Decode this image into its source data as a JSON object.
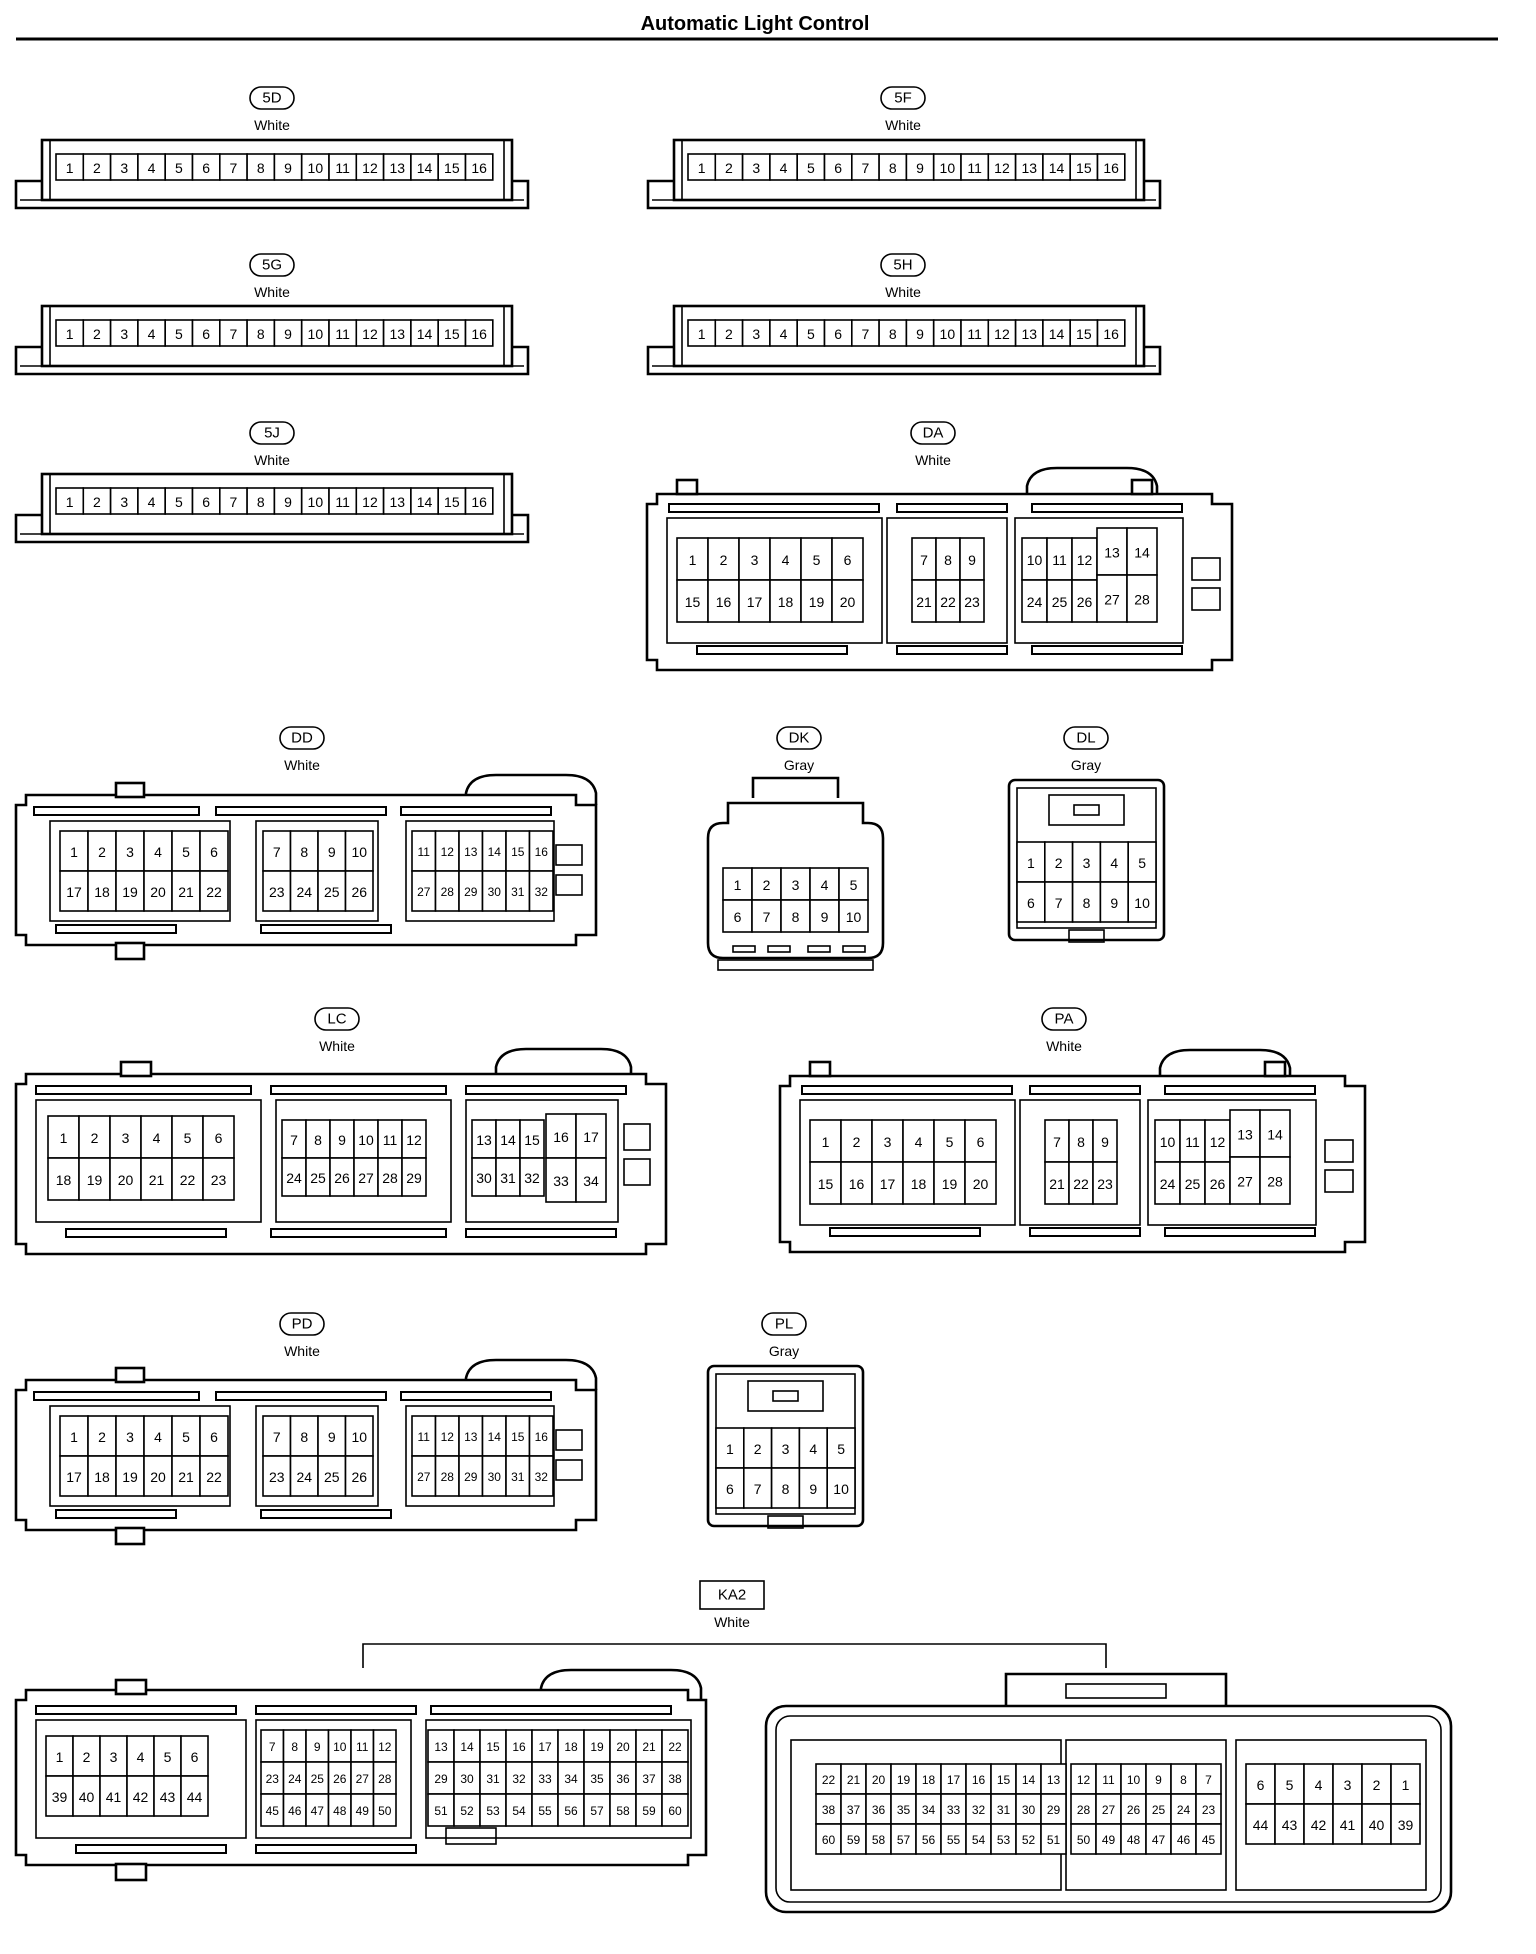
{
  "title": "Automatic Light Control",
  "connectors": [
    {
      "id": "5D",
      "color": "White",
      "rows": [
        [
          "1",
          "2",
          "3",
          "4",
          "5",
          "6",
          "7",
          "8",
          "9",
          "10",
          "11",
          "12",
          "13",
          "14",
          "15",
          "16"
        ]
      ]
    },
    {
      "id": "5F",
      "color": "White",
      "rows": [
        [
          "1",
          "2",
          "3",
          "4",
          "5",
          "6",
          "7",
          "8",
          "9",
          "10",
          "11",
          "12",
          "13",
          "14",
          "15",
          "16"
        ]
      ]
    },
    {
      "id": "5G",
      "color": "White",
      "rows": [
        [
          "1",
          "2",
          "3",
          "4",
          "5",
          "6",
          "7",
          "8",
          "9",
          "10",
          "11",
          "12",
          "13",
          "14",
          "15",
          "16"
        ]
      ]
    },
    {
      "id": "5H",
      "color": "White",
      "rows": [
        [
          "1",
          "2",
          "3",
          "4",
          "5",
          "6",
          "7",
          "8",
          "9",
          "10",
          "11",
          "12",
          "13",
          "14",
          "15",
          "16"
        ]
      ]
    },
    {
      "id": "5J",
      "color": "White",
      "rows": [
        [
          "1",
          "2",
          "3",
          "4",
          "5",
          "6",
          "7",
          "8",
          "9",
          "10",
          "11",
          "12",
          "13",
          "14",
          "15",
          "16"
        ]
      ]
    },
    {
      "id": "DA",
      "color": "White",
      "groups": [
        {
          "rows": [
            [
              "1",
              "2",
              "3",
              "4",
              "5",
              "6"
            ],
            [
              "15",
              "16",
              "17",
              "18",
              "19",
              "20"
            ]
          ]
        },
        {
          "rows": [
            [
              "7",
              "8",
              "9"
            ],
            [
              "21",
              "22",
              "23"
            ]
          ]
        },
        {
          "rows": [
            [
              "10",
              "11",
              "12"
            ],
            [
              "24",
              "25",
              "26"
            ]
          ]
        },
        {
          "rows": [
            [
              "13",
              "14"
            ],
            [
              "27",
              "28"
            ]
          ]
        }
      ]
    },
    {
      "id": "DD",
      "color": "White",
      "groups": [
        {
          "rows": [
            [
              "1",
              "2",
              "3",
              "4",
              "5",
              "6"
            ],
            [
              "17",
              "18",
              "19",
              "20",
              "21",
              "22"
            ]
          ]
        },
        {
          "rows": [
            [
              "7",
              "8",
              "9",
              "10"
            ],
            [
              "23",
              "24",
              "25",
              "26"
            ]
          ]
        },
        {
          "rows": [
            [
              "11",
              "12",
              "13",
              "14",
              "15",
              "16"
            ],
            [
              "27",
              "28",
              "29",
              "30",
              "31",
              "32"
            ]
          ]
        }
      ]
    },
    {
      "id": "DK",
      "color": "Gray",
      "rows": [
        [
          "1",
          "2",
          "3",
          "4",
          "5"
        ],
        [
          "6",
          "7",
          "8",
          "9",
          "10"
        ]
      ]
    },
    {
      "id": "DL",
      "color": "Gray",
      "rows": [
        [
          "1",
          "2",
          "3",
          "4",
          "5"
        ],
        [
          "6",
          "7",
          "8",
          "9",
          "10"
        ]
      ]
    },
    {
      "id": "LC",
      "color": "White",
      "groups": [
        {
          "rows": [
            [
              "1",
              "2",
              "3",
              "4",
              "5",
              "6"
            ],
            [
              "18",
              "19",
              "20",
              "21",
              "22",
              "23"
            ]
          ]
        },
        {
          "rows": [
            [
              "7",
              "8",
              "9",
              "10",
              "11",
              "12"
            ],
            [
              "24",
              "25",
              "26",
              "27",
              "28",
              "29"
            ]
          ]
        },
        {
          "rows": [
            [
              "13",
              "14",
              "15"
            ],
            [
              "30",
              "31",
              "32"
            ]
          ]
        },
        {
          "rows": [
            [
              "16",
              "17"
            ],
            [
              "33",
              "34"
            ]
          ]
        }
      ]
    },
    {
      "id": "PA",
      "color": "White",
      "groups": [
        {
          "rows": [
            [
              "1",
              "2",
              "3",
              "4",
              "5",
              "6"
            ],
            [
              "15",
              "16",
              "17",
              "18",
              "19",
              "20"
            ]
          ]
        },
        {
          "rows": [
            [
              "7",
              "8",
              "9"
            ],
            [
              "21",
              "22",
              "23"
            ]
          ]
        },
        {
          "rows": [
            [
              "10",
              "11",
              "12"
            ],
            [
              "24",
              "25",
              "26"
            ]
          ]
        },
        {
          "rows": [
            [
              "13",
              "14"
            ],
            [
              "27",
              "28"
            ]
          ]
        }
      ]
    },
    {
      "id": "PD",
      "color": "White",
      "groups": [
        {
          "rows": [
            [
              "1",
              "2",
              "3",
              "4",
              "5",
              "6"
            ],
            [
              "17",
              "18",
              "19",
              "20",
              "21",
              "22"
            ]
          ]
        },
        {
          "rows": [
            [
              "7",
              "8",
              "9",
              "10"
            ],
            [
              "23",
              "24",
              "25",
              "26"
            ]
          ]
        },
        {
          "rows": [
            [
              "11",
              "12",
              "13",
              "14",
              "15",
              "16"
            ],
            [
              "27",
              "28",
              "29",
              "30",
              "31",
              "32"
            ]
          ]
        }
      ]
    },
    {
      "id": "PL",
      "color": "Gray",
      "rows": [
        [
          "1",
          "2",
          "3",
          "4",
          "5"
        ],
        [
          "6",
          "7",
          "8",
          "9",
          "10"
        ]
      ]
    },
    {
      "id": "KA2",
      "color": "White",
      "parts": [
        {
          "groups": [
            {
              "rows": [
                [
                  "1",
                  "2",
                  "3",
                  "4",
                  "5",
                  "6"
                ],
                [
                  "39",
                  "40",
                  "41",
                  "42",
                  "43",
                  "44"
                ]
              ]
            },
            {
              "rows": [
                [
                  "7",
                  "8",
                  "9",
                  "10",
                  "11",
                  "12"
                ],
                [
                  "23",
                  "24",
                  "25",
                  "26",
                  "27",
                  "28"
                ],
                [
                  "45",
                  "46",
                  "47",
                  "48",
                  "49",
                  "50"
                ]
              ]
            },
            {
              "rows": [
                [
                  "13",
                  "14",
                  "15",
                  "16",
                  "17",
                  "18",
                  "19",
                  "20",
                  "21",
                  "22"
                ],
                [
                  "29",
                  "30",
                  "31",
                  "32",
                  "33",
                  "34",
                  "35",
                  "36",
                  "37",
                  "38"
                ],
                [
                  "51",
                  "52",
                  "53",
                  "54",
                  "55",
                  "56",
                  "57",
                  "58",
                  "59",
                  "60"
                ]
              ]
            }
          ]
        },
        {
          "groups": [
            {
              "rows": [
                [
                  "22",
                  "21",
                  "20",
                  "19",
                  "18",
                  "17",
                  "16",
                  "15",
                  "14",
                  "13"
                ],
                [
                  "38",
                  "37",
                  "36",
                  "35",
                  "34",
                  "33",
                  "32",
                  "31",
                  "30",
                  "29"
                ],
                [
                  "60",
                  "59",
                  "58",
                  "57",
                  "56",
                  "55",
                  "54",
                  "53",
                  "52",
                  "51"
                ]
              ]
            },
            {
              "rows": [
                [
                  "12",
                  "11",
                  "10",
                  "9",
                  "8",
                  "7"
                ],
                [
                  "28",
                  "27",
                  "26",
                  "25",
                  "24",
                  "23"
                ],
                [
                  "50",
                  "49",
                  "48",
                  "47",
                  "46",
                  "45"
                ]
              ]
            },
            {
              "rows": [
                [
                  "6",
                  "5",
                  "4",
                  "3",
                  "2",
                  "1"
                ],
                [
                  "44",
                  "43",
                  "42",
                  "41",
                  "40",
                  "39"
                ]
              ]
            }
          ]
        }
      ]
    }
  ]
}
